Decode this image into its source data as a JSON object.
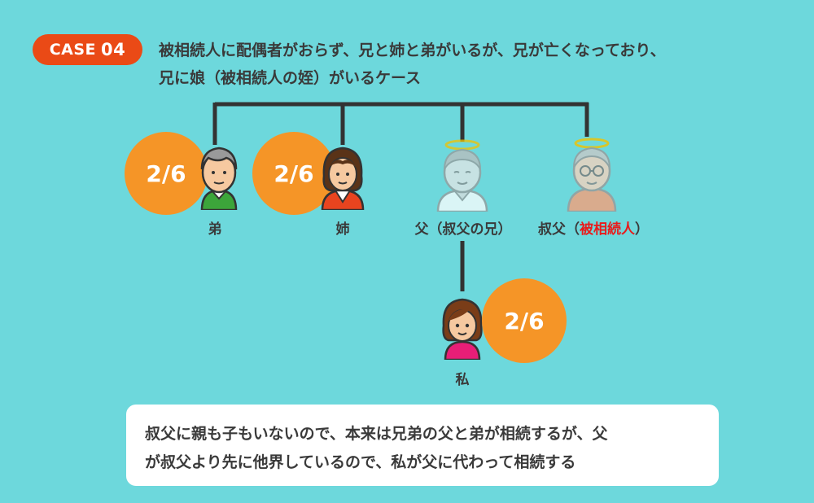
{
  "header": {
    "case_label": "CASE",
    "case_number": "04",
    "title_line1": "被相続人に配偶者がおらず、兄と姉と弟がいるが、兄が亡くなっており、",
    "title_line2": "兄に娘（被相続人の姪）がいるケース"
  },
  "people": {
    "brother": {
      "label": "弟",
      "share": "2/6"
    },
    "sister": {
      "label": "姉",
      "share": "2/6"
    },
    "father": {
      "label": "父（叔父の兄）"
    },
    "uncle": {
      "label_prefix": "叔父（",
      "label_emph": "被相続人",
      "label_suffix": "）"
    },
    "me": {
      "label": "私",
      "share": "2/6"
    }
  },
  "note": {
    "line1": "叔父に親も子もいないので、本来は兄弟の父と弟が相続するが、父",
    "line2": "が叔父より先に他界しているので、私が父に代わって相続する"
  },
  "colors": {
    "background": "#6dd8dc",
    "badge": "#ea4a16",
    "share_circle": "#f59527",
    "emphasis": "#e81c1c"
  }
}
